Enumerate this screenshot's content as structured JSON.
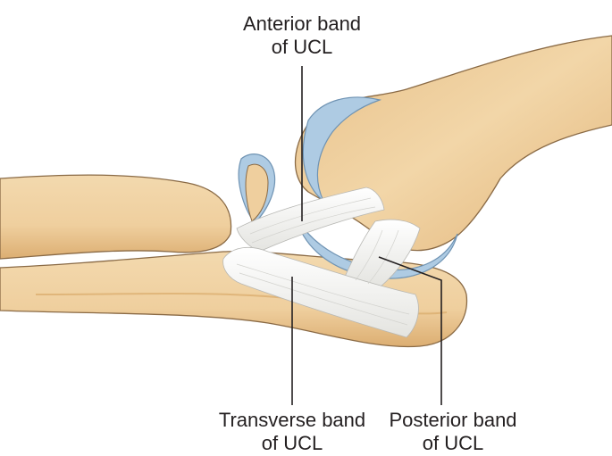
{
  "labels": {
    "anterior": {
      "line1": "Anterior band",
      "line2": "of UCL"
    },
    "transverse": {
      "line1": "Transverse band",
      "line2": "of UCL"
    },
    "posterior": {
      "line1": "Posterior band",
      "line2": "of UCL"
    }
  },
  "colors": {
    "bone_fill": "#efcf9e",
    "bone_shadow": "#d9a96a",
    "bone_outline": "#8a6a45",
    "cartilage": "#aecbe3",
    "ligament": "#f4f4f2",
    "leader_line": "#231f20"
  }
}
